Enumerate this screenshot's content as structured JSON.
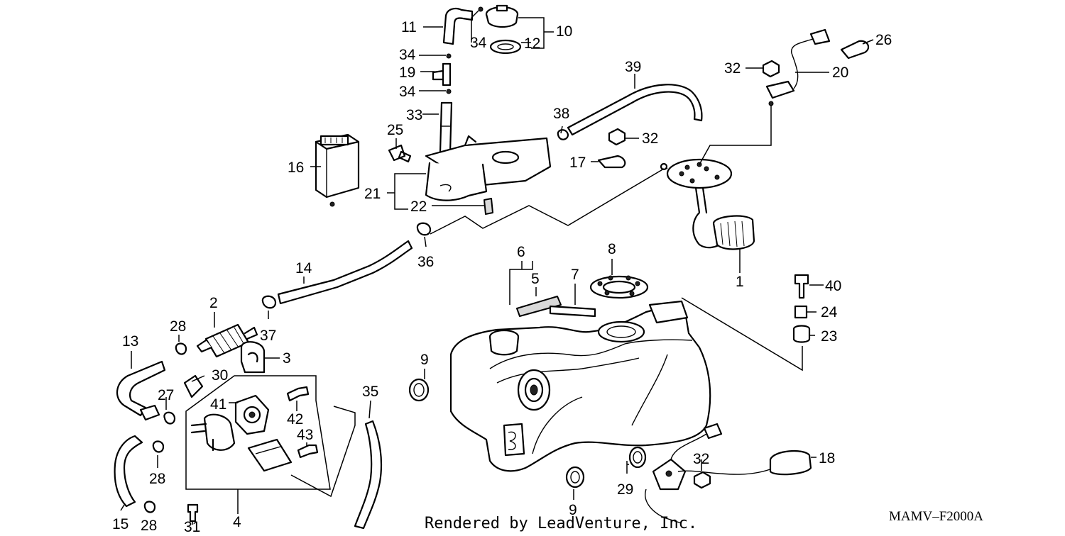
{
  "labels": {
    "l1": "1",
    "l2": "2",
    "l3": "3",
    "l4": "4",
    "l5": "5",
    "l6": "6",
    "l7": "7",
    "l8": "8",
    "l9a": "9",
    "l9b": "9",
    "l10": "10",
    "l11": "11",
    "l12": "12",
    "l13": "13",
    "l14": "14",
    "l15": "15",
    "l16": "16",
    "l17": "17",
    "l18": "18",
    "l19": "19",
    "l20": "20",
    "l21": "21",
    "l22": "22",
    "l23": "23",
    "l24": "24",
    "l25": "25",
    "l26": "26",
    "l27": "27",
    "l28a": "28",
    "l28b": "28",
    "l28c": "28",
    "l29": "29",
    "l30": "30",
    "l31": "31",
    "l32a": "32",
    "l32b": "32",
    "l32c": "32",
    "l33": "33",
    "l34a": "34",
    "l34b": "34",
    "l34c": "34",
    "l35": "35",
    "l36": "36",
    "l37": "37",
    "l38": "38",
    "l39": "39",
    "l40": "40",
    "l41": "41",
    "l42": "42",
    "l43": "43"
  },
  "credit": "Rendered by LeadVenture, Inc.",
  "diagram_code": "MAMV–F2000A"
}
